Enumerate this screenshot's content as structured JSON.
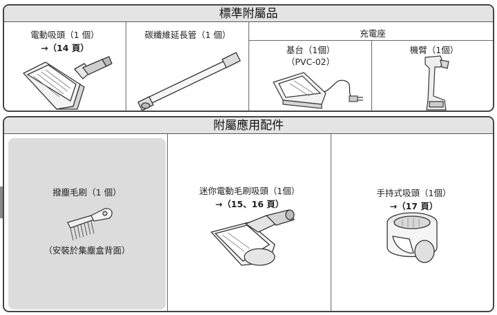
{
  "top_panel": {
    "title": "標準附屬品",
    "items": [
      {
        "name": "電動吸頭（1 個）",
        "ref": "→（14 頁）"
      },
      {
        "name": "碳纖維延長管（1 個）"
      }
    ],
    "charging_group": {
      "title": "充電座",
      "items": [
        {
          "name": "基台（1個）",
          "model": "（PVC-02）"
        },
        {
          "name": "機臂（1個）"
        }
      ]
    }
  },
  "bottom_panel": {
    "title": "附屬應用配件",
    "items": [
      {
        "name": "撥塵毛刷（1 個）",
        "note": "（安裝於集塵盒背面）"
      },
      {
        "name": "迷你電動毛刷吸頭（1個）",
        "ref": "→（15、16 頁）"
      },
      {
        "name": "手持式吸頭（1個）",
        "ref": "→（17 頁）"
      }
    ]
  },
  "colors": {
    "header_bg": "#e4e4e4",
    "highlight_cell": "#dcdcdc",
    "border": "#444444",
    "tab": "#8a8a8a"
  },
  "icons": [
    "power-nozzle-icon",
    "extension-pipe-icon",
    "charging-base-icon",
    "charging-arm-icon",
    "dust-brush-icon",
    "mini-power-brush-icon",
    "handheld-nozzle-icon"
  ]
}
